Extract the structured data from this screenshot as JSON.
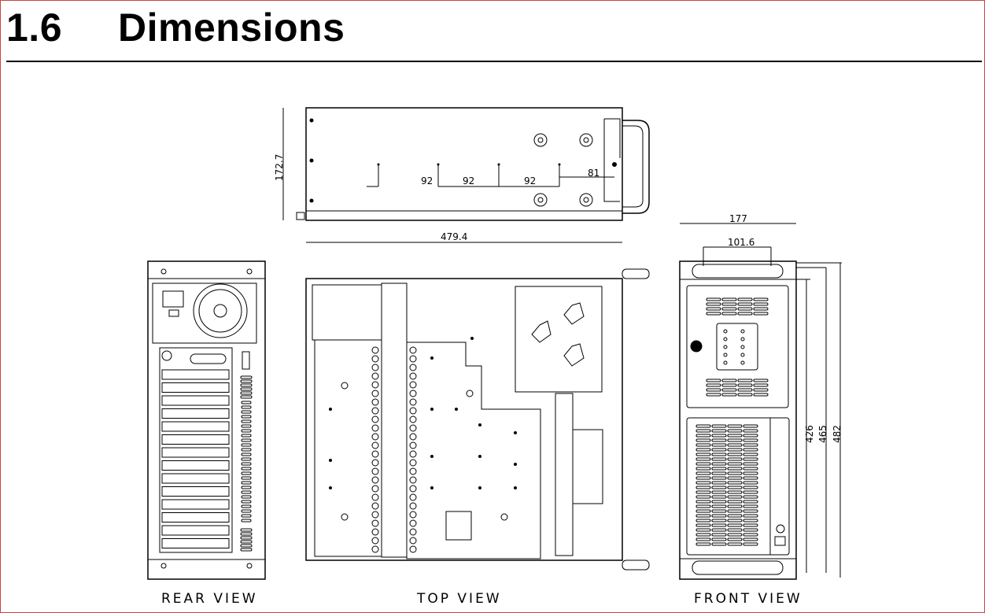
{
  "section": {
    "number": "1.6",
    "title": "Dimensions"
  },
  "drawing": {
    "side_view": {
      "height": "172.7",
      "spacings": [
        "92",
        "92",
        "92",
        "81"
      ]
    },
    "top_view": {
      "width": "479.4",
      "label": "TOP VIEW"
    },
    "rear_view": {
      "label": "REAR VIEW"
    },
    "front_view": {
      "label": "FRONT VIEW",
      "width": "177",
      "handle_spacing": "101.6",
      "heights": [
        "426",
        "465",
        "482"
      ]
    }
  }
}
